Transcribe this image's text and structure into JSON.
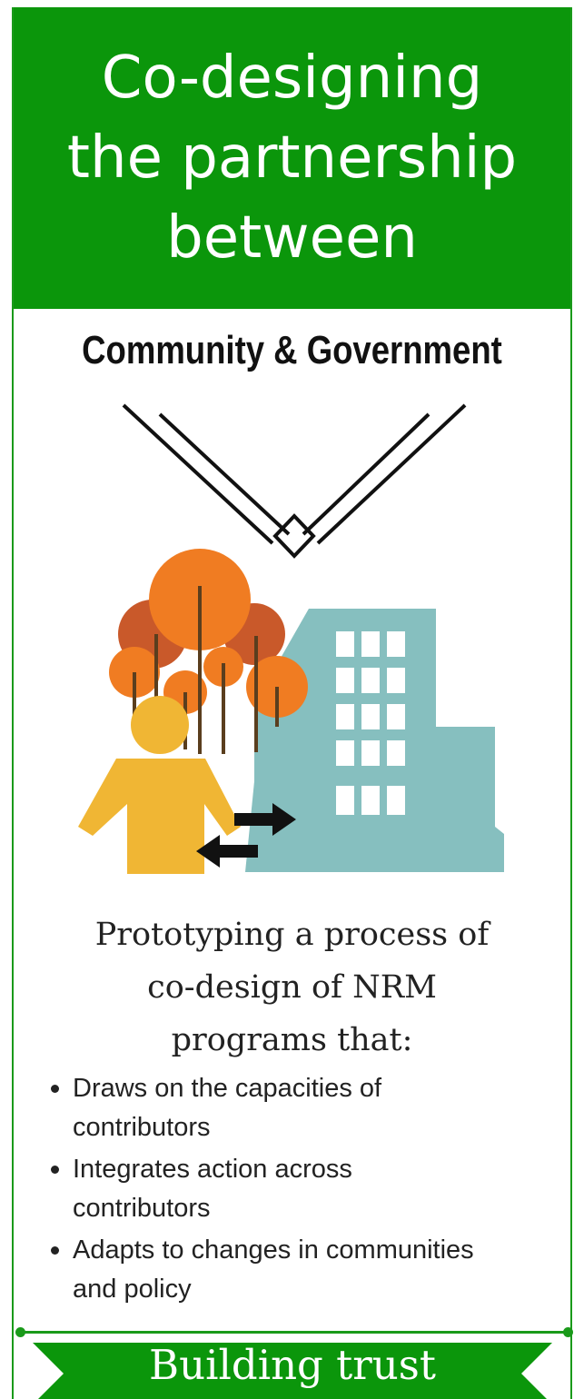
{
  "header": {
    "title_lines": [
      "Co-designing",
      "the partnership",
      "between"
    ]
  },
  "subtitle": "Community & Government",
  "illustration": {
    "icons": [
      "converging-lines-icon",
      "tree-cluster-icon",
      "person-icon",
      "office-building-icon",
      "exchange-arrows-icon"
    ],
    "colors": {
      "tree_light": "#f07c22",
      "tree_dark": "#c9592a",
      "trunk": "#5a3e1e",
      "person": "#f0b634",
      "building": "#86bfbf",
      "window": "#ffffff",
      "arrows": "#111111"
    }
  },
  "prototype": {
    "heading_lines": [
      "Prototyping a process of",
      "co-design of NRM",
      "programs that:"
    ],
    "bullets": [
      {
        "line1": "Draws on the capacities of",
        "line2": "contributors"
      },
      {
        "line1": "Integrates action across",
        "line2": "contributors"
      },
      {
        "line1": "Adapts to changes in communities",
        "line2": "and policy"
      }
    ]
  },
  "banner": {
    "label": "Building trust"
  },
  "colors": {
    "brand_green": "#0b960b",
    "text": "#222222"
  }
}
